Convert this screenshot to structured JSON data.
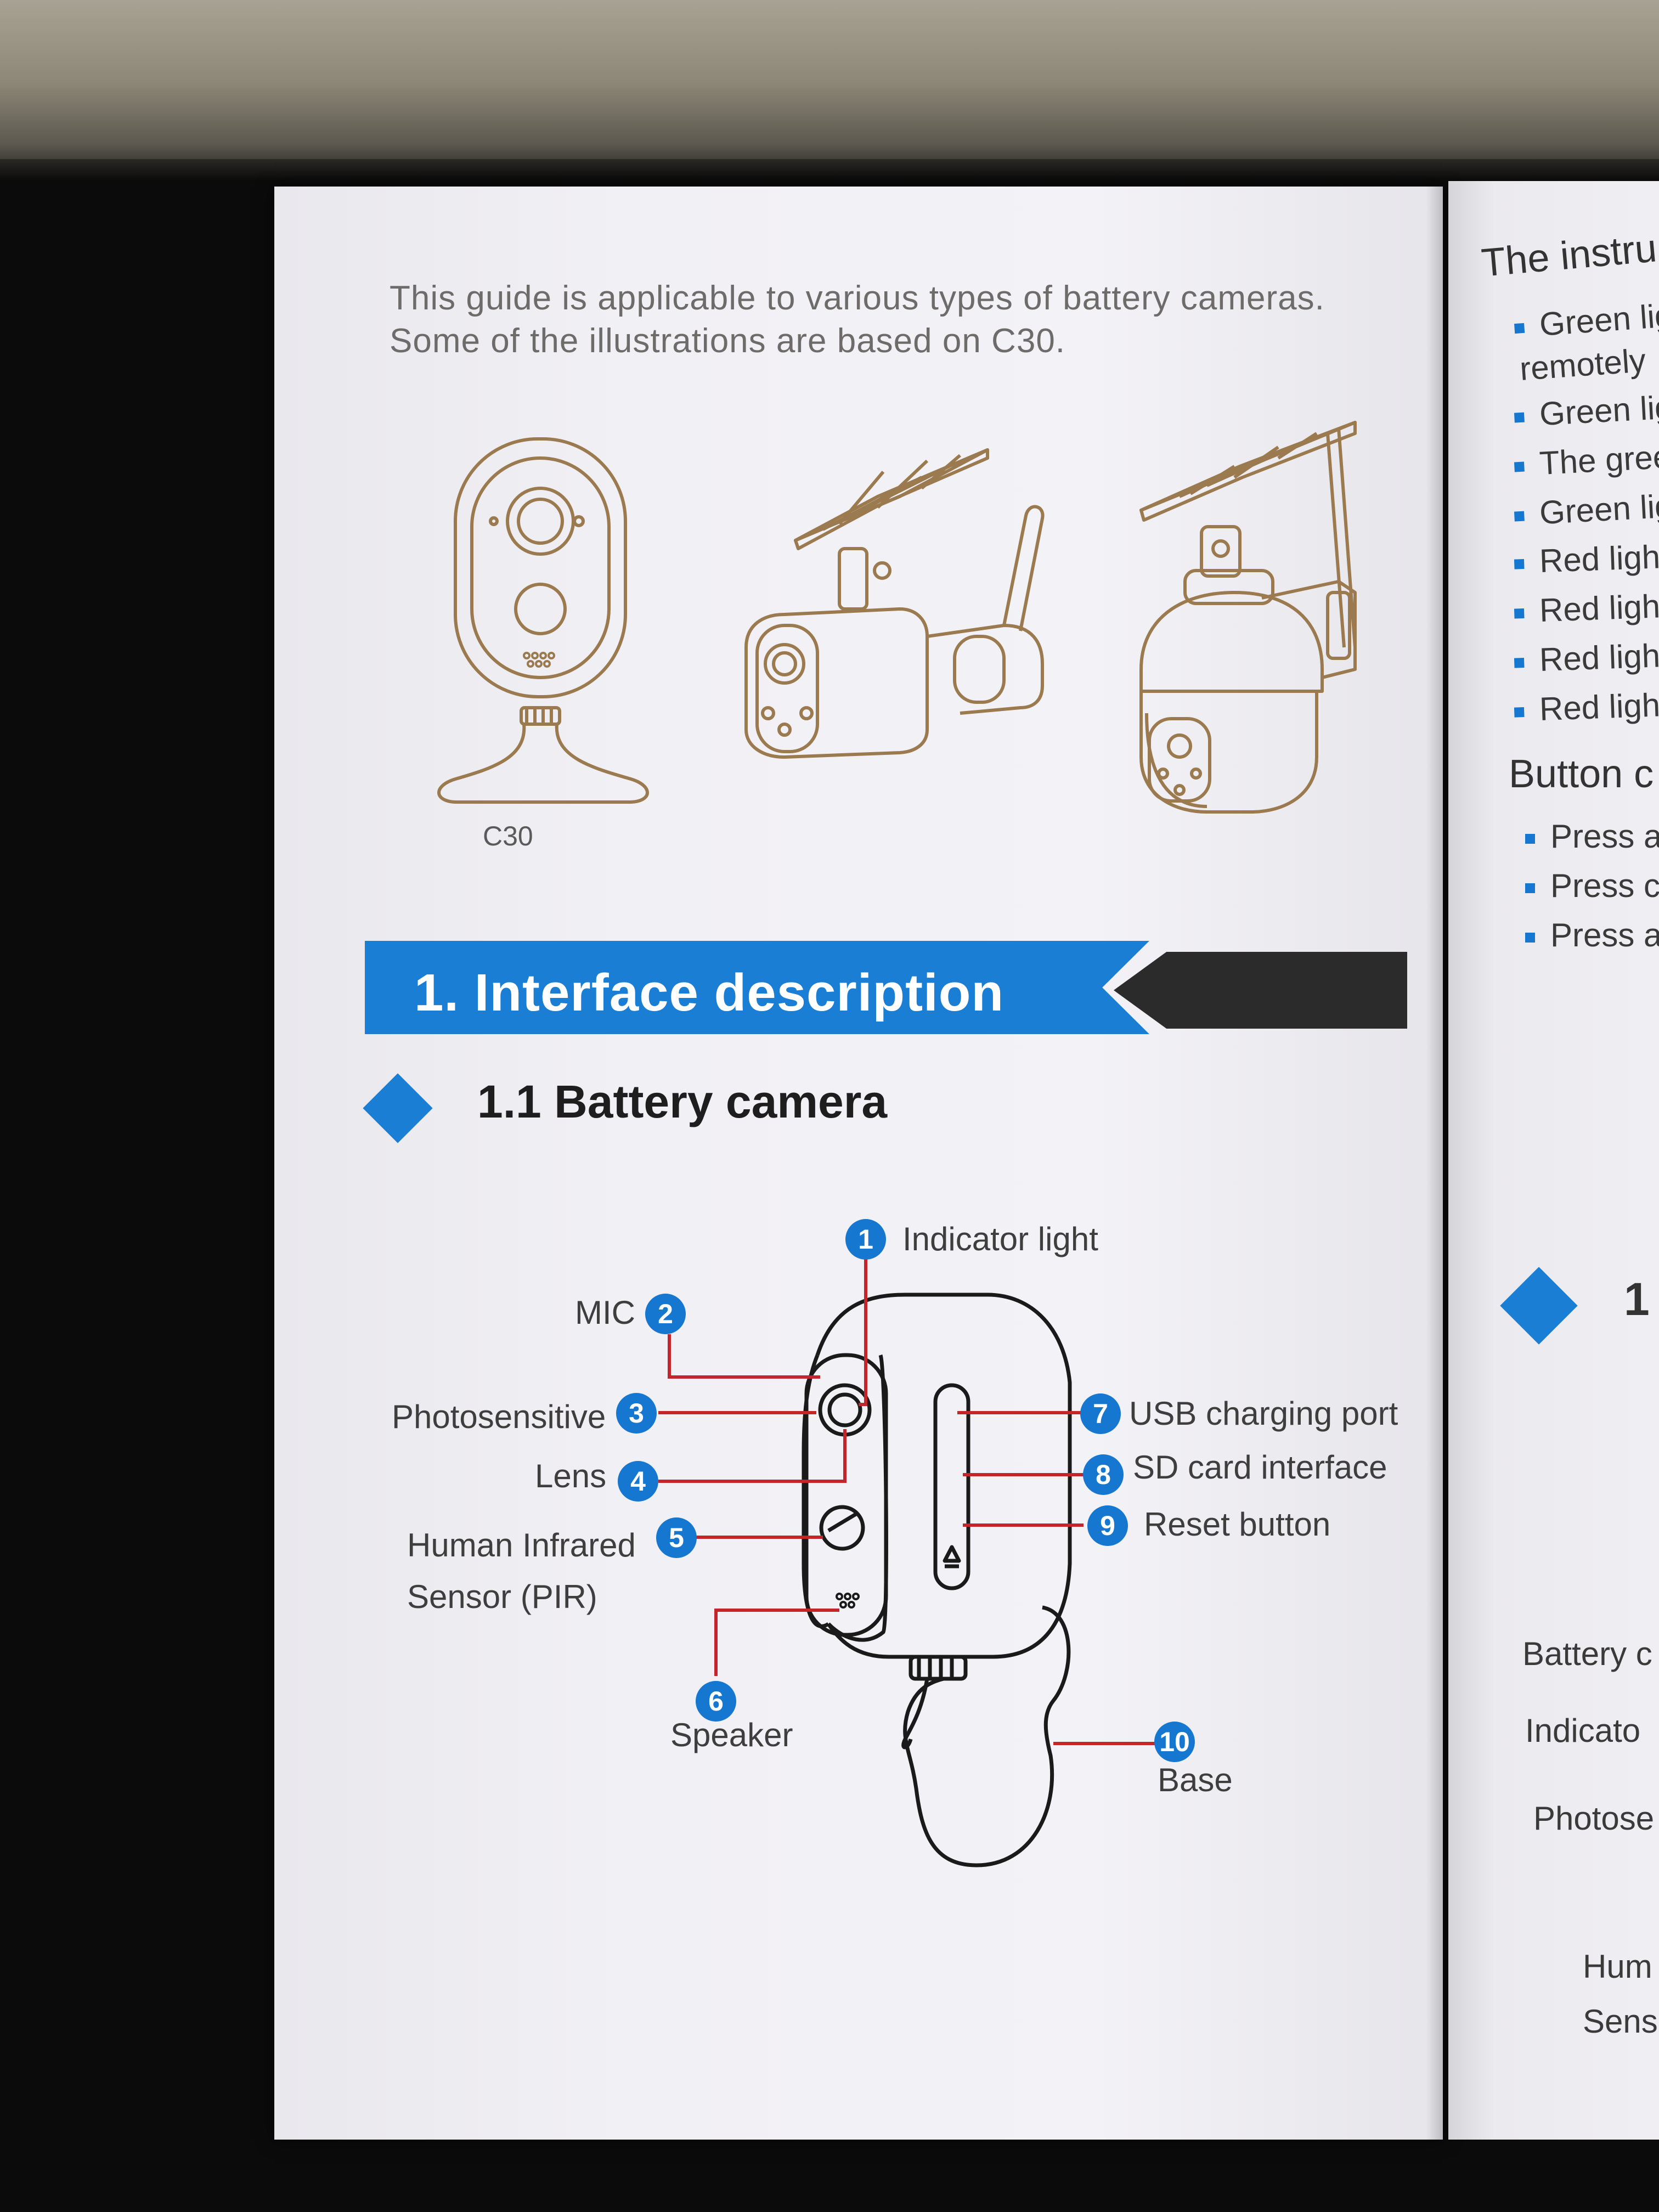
{
  "intro_text": "This guide is applicable to various types of battery cameras. Some of the illustrations are based on C30.",
  "product_label": "C30",
  "section": {
    "title": "1. Interface description"
  },
  "subsection": {
    "title": "1.1 Battery camera"
  },
  "callouts": [
    {
      "num": "1",
      "label": "Indicator light"
    },
    {
      "num": "2",
      "label": "MIC"
    },
    {
      "num": "3",
      "label": "Photosensitive"
    },
    {
      "num": "4",
      "label": "Lens"
    },
    {
      "num": "5",
      "label_line1": "Human Infrared",
      "label_line2": "Sensor (PIR)"
    },
    {
      "num": "6",
      "label": "Speaker"
    },
    {
      "num": "7",
      "label": "USB charging port"
    },
    {
      "num": "8",
      "label": "SD card interface"
    },
    {
      "num": "9",
      "label": "Reset button"
    },
    {
      "num": "10",
      "label": "Base"
    }
  ],
  "right_page": {
    "heading": "The instru",
    "items": [
      "Green lig",
      "remotely",
      "Green lig",
      "The gree",
      "Green lig",
      "Red ligh",
      "Red ligh",
      "Red ligh",
      "Red ligh"
    ],
    "button_heading": "Button c",
    "button_items": [
      "Press a",
      "Press c",
      "Press a"
    ],
    "sub_number": "1",
    "labels": [
      "Battery c",
      "Indicato",
      "Photose",
      "Hum",
      "Sens"
    ]
  },
  "colors": {
    "accent_blue": "#1a7fd4",
    "callout_red": "#c2262b",
    "dark_tab": "#2b2b2b",
    "line_art": "#9a7a4e"
  }
}
